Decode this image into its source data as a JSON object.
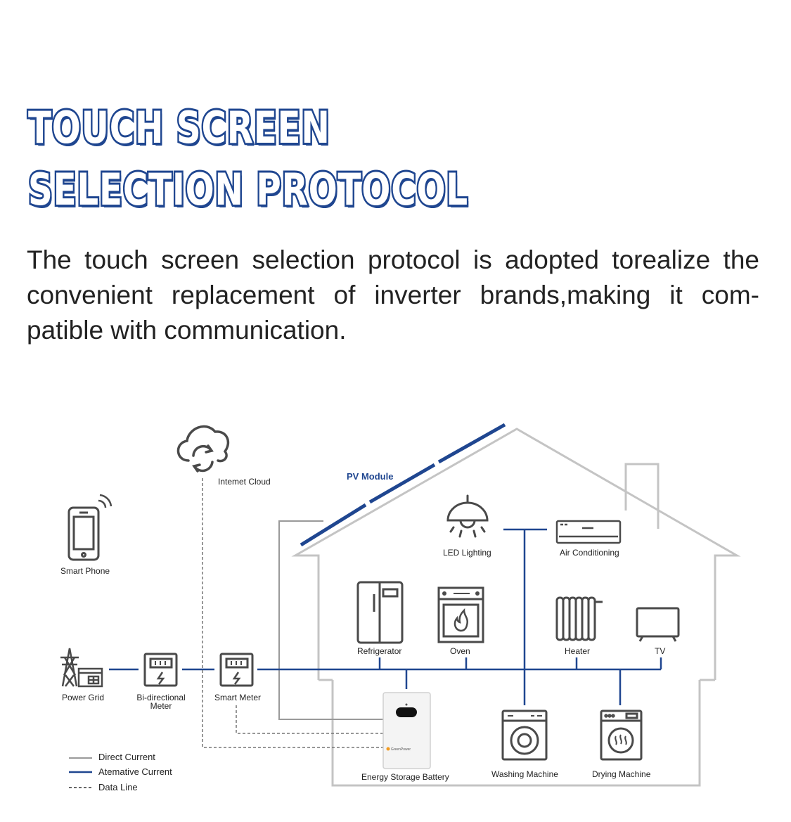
{
  "title": {
    "line1": "TOUCH SCREEN",
    "line2": "SELECTION PROTOCOL"
  },
  "description": {
    "line1": "The touch screen selection protocol is adopted torealize the",
    "line2": "convenient replacement of inverter brands,making it com-",
    "line3": "patible with communication."
  },
  "labels": {
    "internet_cloud": "Intemet Cloud",
    "smart_phone": "Smart Phone",
    "pv_module": "PV Module",
    "led_lighting": "LED Lighting",
    "air_conditioning": "Air Conditioning",
    "refrigerator": "Refrigerator",
    "oven": "Oven",
    "heater": "Heater",
    "tv": "TV",
    "power_grid": "Power Grid",
    "bidirectional_meter_1": "Bi-directional",
    "bidirectional_meter_2": "Meter",
    "smart_meter": "Smart Meter",
    "energy_storage_battery": "Energy Storage Battery",
    "battery_brand": "GreenPower",
    "washing_machine": "Washing Machine",
    "drying_machine": "Drying Machine"
  },
  "legend": {
    "direct_current": "Direct Current",
    "alternative_current": "Atemative Current",
    "data_line": "Data Line"
  },
  "colors": {
    "title_outline": "#1f4690",
    "ac_line": "#1f4690",
    "dc_line": "#9a9a9a",
    "house_outline": "#c4c4c4",
    "icon_stroke": "#4a4a4a"
  }
}
